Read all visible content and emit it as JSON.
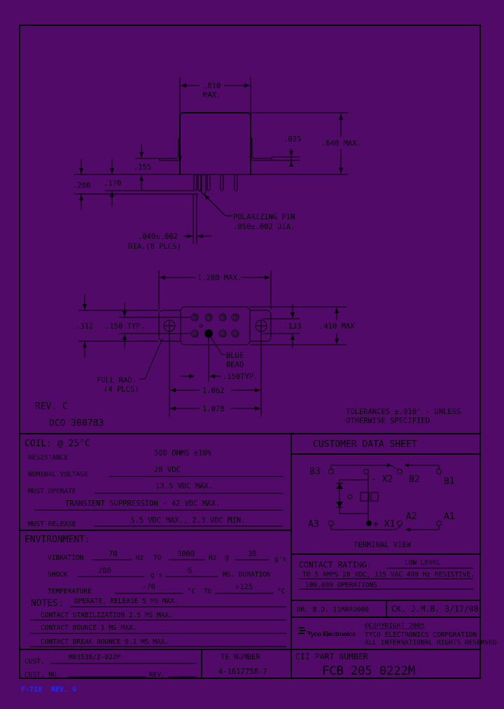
{
  "colors": {
    "background": "#520a69",
    "line": "#000000",
    "footer_text": "#1a2cff"
  },
  "side_view": {
    "width": ".810",
    "width_note": "MAX.",
    "height": ".640 MAX.",
    "flange_thickness": ".025",
    "flange_height": ".155",
    "pin_length_total": ".200",
    "pin_length": ".170",
    "polarizing_pin": "POLARIZING PIN",
    "polarizing_pin_dia": ".050±.002 DIA.",
    "pin_dia": ".040±.002",
    "pin_dia_note": "DIA.(8 PLCS)"
  },
  "bottom_view": {
    "overall_length": "1.280 MAX.",
    "flange_width": ".312",
    "pin_row_spacing": ".150 TYP.",
    "hole_dia": ".133",
    "overall_width": ".410 MAX",
    "bead_1": "BLUE",
    "bead_2": "BEAD",
    "radius_1": "FULL RAD.",
    "radius_2": "(4 PLCS)",
    "pin_spacing": ".150TYP.",
    "hole_spacing_1": "1.062",
    "hole_spacing_2": "1.078"
  },
  "revision": {
    "rev": "REV. C",
    "dco": "DCO 300783"
  },
  "tolerances": {
    "line1": "TOLERANCES ±.010\" - UNLESS",
    "line2": "OTHERWISE SPECIFIED"
  },
  "coil": {
    "title": "COIL: @ 25°C",
    "resistance_label": "RESISTANCE",
    "resistance": "500 OHMS ±10%",
    "nominal_label": "NOMINAL VOLTAGE",
    "nominal": "28 VDC",
    "operate_label": "MUST OPERATE",
    "operate": "13.5 VDC MAX.",
    "transient": "TRANSIENT SUPPRESSION - 42 VDC MAX.",
    "release_label": "MUST RELEASE",
    "release": "5.5 VDC MAX., 2.3 VDC MIN."
  },
  "environment": {
    "title": "ENVIRONMENT:",
    "vibration_label": "VIBRATION",
    "vib_from": "70",
    "hz1": "Hz",
    "to1": "TO",
    "vib_to": "3000",
    "hz2": "Hz",
    "at": "@",
    "vib_g": "30",
    "gs1": "g's",
    "shock_label": "SHOCK",
    "shock_g": "200",
    "gs2": "g's",
    "shock_ms": "6",
    "duration": "MS. DURATION",
    "temp_label": "TEMPERATURE",
    "temp_from": "-70",
    "degc1": "°C",
    "to2": "TO",
    "temp_to": "+125",
    "degc2": "°C"
  },
  "notes": {
    "title": "NOTES:",
    "items": [
      "OPERATE, RELEASE 5 MS MAX.",
      "CONTACT STABILIZATION 2.5 MS MAX.",
      "CONTACT BOUNCE 1 MS MAX.",
      "CONTACT BREAK BOUNCE 0.1 MS MAX."
    ]
  },
  "customer": {
    "cust_label": "CUST.",
    "cust": "M83536/2-022M",
    "cust_no_label": "CUST. NO.",
    "rev_label": "REV."
  },
  "te": {
    "label": "TE NUMBER",
    "value": "4-1617758-7"
  },
  "sheet": {
    "title": "CUSTOMER DATA SHEET"
  },
  "terminals": {
    "b3": "B3",
    "x2": "- X2",
    "b2": "B2",
    "b1": "B1",
    "a3": "A3",
    "x1": "+ X1",
    "a2": "A2",
    "a1": "A1",
    "caption": "TERMINAL VIEW"
  },
  "contact": {
    "label": "CONTACT RATING:",
    "level": "LOW LEVEL",
    "line2": "TO 5 AMPS 28 VDC, 115 VAC 400 Hz RESISTIVE.",
    "line3": "100,000 OPERATIONS"
  },
  "drawn": "DR. B.D.  11MAR2008",
  "checked": "CK. J.M.B.  3/17/08",
  "company": {
    "logo": "Tyco Electronics",
    "copyright": "©COPYRIGHT 2005",
    "corp": "TYCO ELECTRONICS CORPORATION",
    "rights": "ALL INTERNATIONAL RIGHTS RESERVED"
  },
  "part": {
    "label": "CII PART NUMBER",
    "value": "FCB 205 0222M"
  },
  "footer": {
    "form": "F-718",
    "rev": "REV. G"
  }
}
